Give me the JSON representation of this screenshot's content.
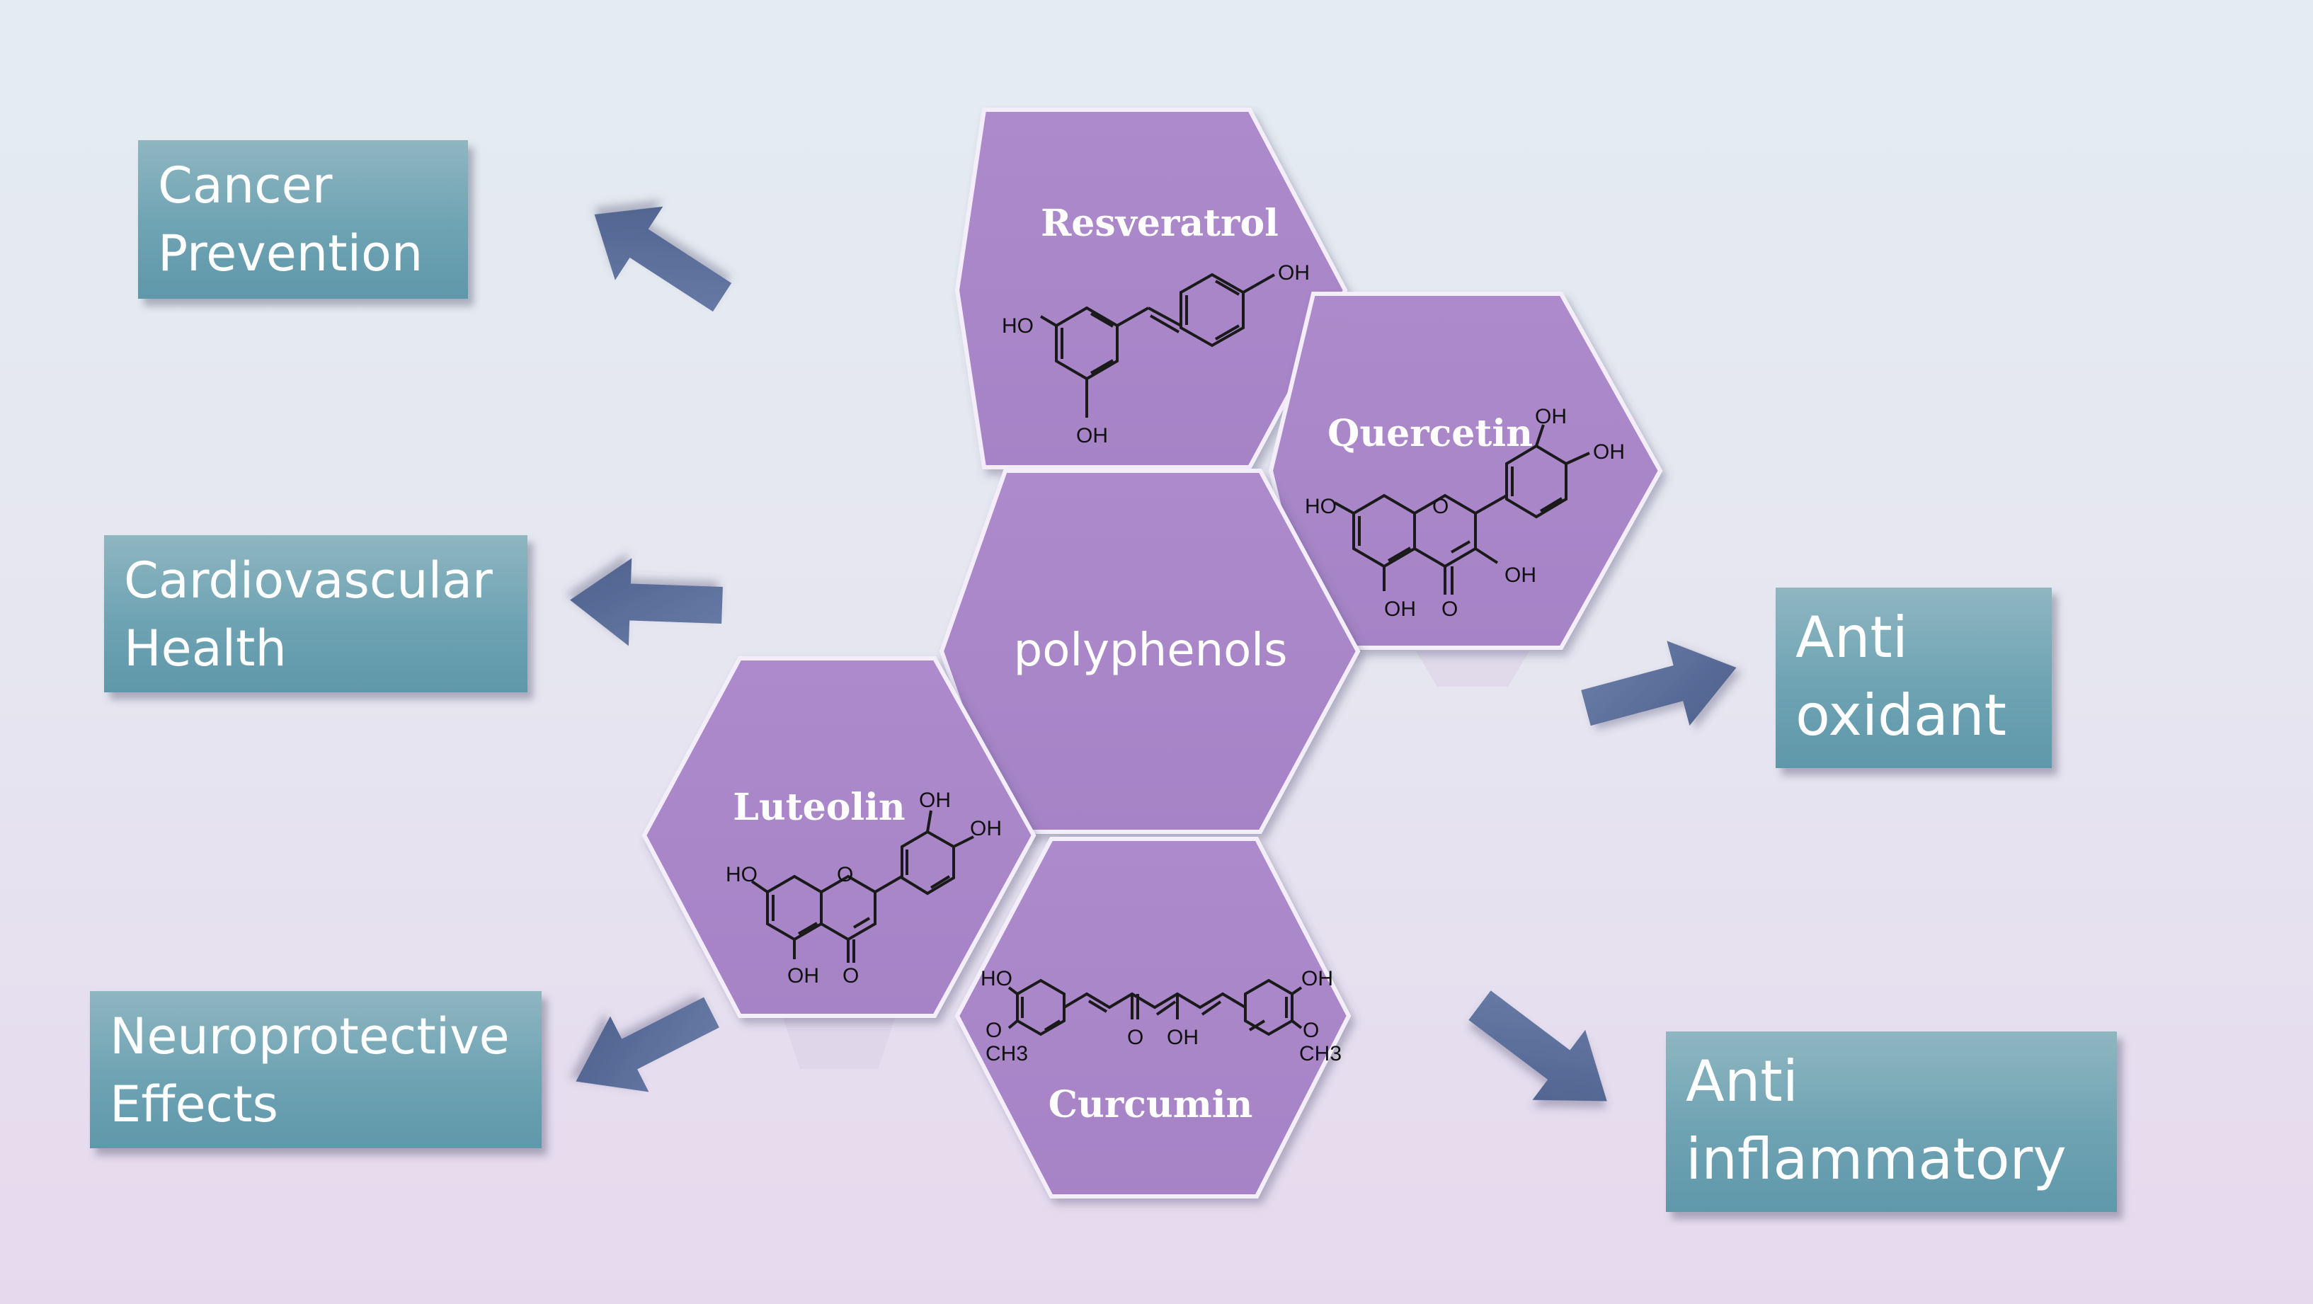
{
  "diagram": {
    "center": "polyphenols",
    "compounds": [
      {
        "id": "resveratrol",
        "name": "Resveratrol"
      },
      {
        "id": "quercetin",
        "name": "Quercetin"
      },
      {
        "id": "luteolin",
        "name": "Luteolin"
      },
      {
        "id": "curcumin",
        "name": "Curcumin"
      }
    ],
    "benefits": [
      {
        "id": "cancer",
        "label": "Cancer\nPrevention"
      },
      {
        "id": "cardio",
        "label": "Cardiovascular\nHealth"
      },
      {
        "id": "neuro",
        "label": "Neuroprotective\nEffects"
      },
      {
        "id": "antioxidant",
        "label": "Anti\noxidant"
      },
      {
        "id": "antiinflammatory",
        "label": "Anti\ninflammatory"
      }
    ],
    "chem_labels": {
      "oh": "OH",
      "ho": "HO",
      "o": "O",
      "ch3": "CH3"
    },
    "colors": {
      "hexagon": "#a987c9",
      "box": "#6fa4b4",
      "arrow": "#5b6d98",
      "text": "#ffffff"
    }
  }
}
